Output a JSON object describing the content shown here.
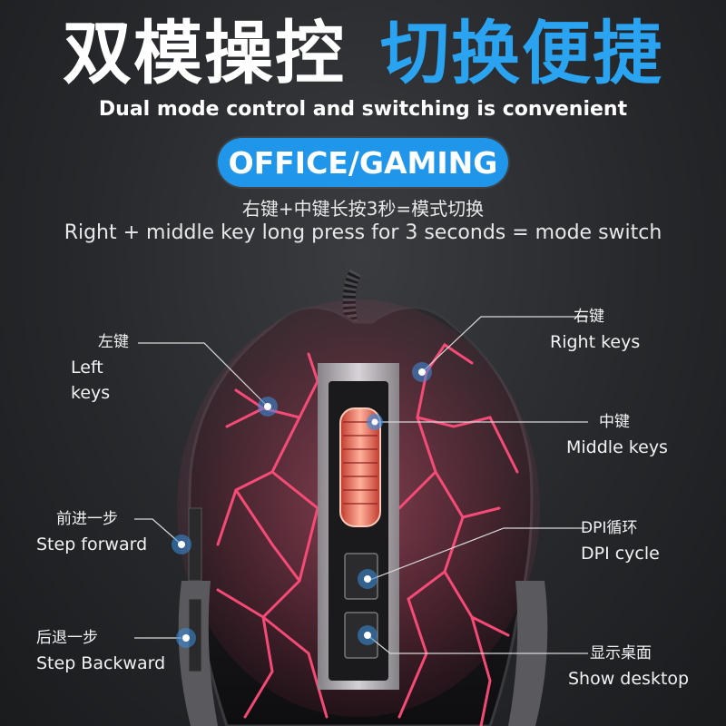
{
  "headline": {
    "cn_part1": "双模操控",
    "cn_part2": "切换便捷",
    "en": "Dual mode control and switching is convenient"
  },
  "mode_badge": "OFFICE/GAMING",
  "instruction": {
    "cn": "右键+中键长按3秒=模式切换",
    "en": "Right + middle key long press for 3 seconds = mode switch"
  },
  "callouts": {
    "left_keys": {
      "cn": "左键",
      "en": "Left keys"
    },
    "step_forward": {
      "cn": "前进一步",
      "en": "Step forward"
    },
    "step_backward": {
      "cn": "后退一步",
      "en": "Step Backward"
    },
    "right_keys": {
      "cn": "右键",
      "en": "Right keys"
    },
    "middle_keys": {
      "cn": "中键",
      "en": "Middle keys"
    },
    "dpi_cycle": {
      "cn": "DPI循环",
      "en": "DPI cycle"
    },
    "show_desktop": {
      "cn": "显示桌面",
      "en": "Show desktop"
    }
  },
  "colors": {
    "accent_blue": "#2aa3f0",
    "badge_blue": "#1f96ea",
    "led_pink": "#ff4d7a",
    "marker_blue": "#3a8fe0"
  }
}
